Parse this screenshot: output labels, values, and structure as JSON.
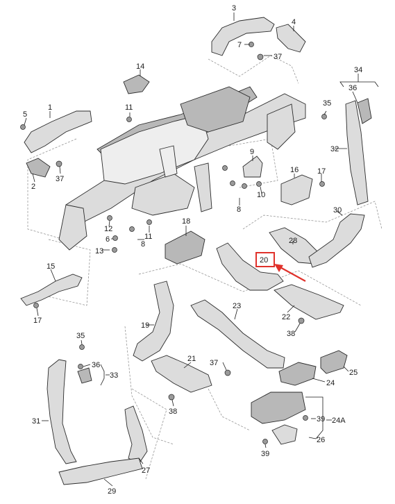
{
  "diagram": {
    "highlight_color": "#e0312b",
    "highlighted_label": "20",
    "labels": {
      "l1": "1",
      "l2": "2",
      "l3": "3",
      "l4": "4",
      "l5": "5",
      "l6": "6",
      "l7": "7",
      "l8a": "8",
      "l8b": "8",
      "l9": "9",
      "l10": "10",
      "l11a": "11",
      "l11b": "11",
      "l12": "12",
      "l13": "13",
      "l14": "14",
      "l15": "15",
      "l16": "16",
      "l17a": "17",
      "l17b": "17",
      "l18": "18",
      "l19": "19",
      "l20": "20",
      "l21": "21",
      "l22": "22",
      "l23": "23",
      "l24": "24",
      "l24a": "24A",
      "l25": "25",
      "l26": "26",
      "l27": "27",
      "l28": "28",
      "l29": "29",
      "l30": "30",
      "l31": "31",
      "l32": "32",
      "l33": "33",
      "l34": "34",
      "l35a": "35",
      "l35b": "35",
      "l36a": "36",
      "l36b": "36",
      "l37a": "37",
      "l37b": "37",
      "l37c": "37",
      "l38a": "38",
      "l38b": "38",
      "l39a": "39",
      "l39b": "39"
    }
  }
}
